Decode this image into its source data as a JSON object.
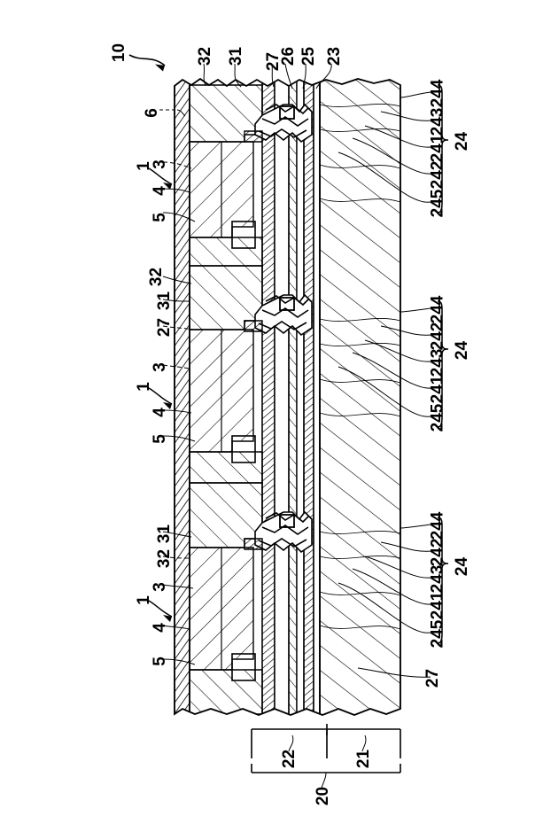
{
  "figure": {
    "type": "patent-cross-section-drawing",
    "orientation": "rotated-90-ccw",
    "description": "Sectional view of a layered device with three repeating unit cells"
  },
  "labels": {
    "assembly": "10",
    "top_row": [
      "32",
      "31",
      "27",
      "26",
      "25",
      "23"
    ],
    "left_side_6": "6",
    "unit_top": [
      "3",
      "1",
      "4",
      "5"
    ],
    "unit_middle": [
      "32",
      "31",
      "27",
      "3",
      "1",
      "4",
      "5"
    ],
    "unit_bottom": [
      "31",
      "32",
      "3",
      "1",
      "4",
      "5"
    ],
    "right_group_top": {
      "items": [
        "245",
        "242",
        "241",
        "243",
        "244"
      ],
      "brace_label": "24"
    },
    "right_group_middle": {
      "items": [
        "245",
        "241",
        "243",
        "242",
        "244"
      ],
      "brace_label": "24"
    },
    "right_group_bottom": {
      "items": [
        "245",
        "241",
        "243",
        "242",
        "244"
      ],
      "brace_label": "24",
      "extra": "27"
    },
    "dimension_bar": {
      "left_segment": "22",
      "right_segment": "21",
      "overall": "20"
    }
  }
}
